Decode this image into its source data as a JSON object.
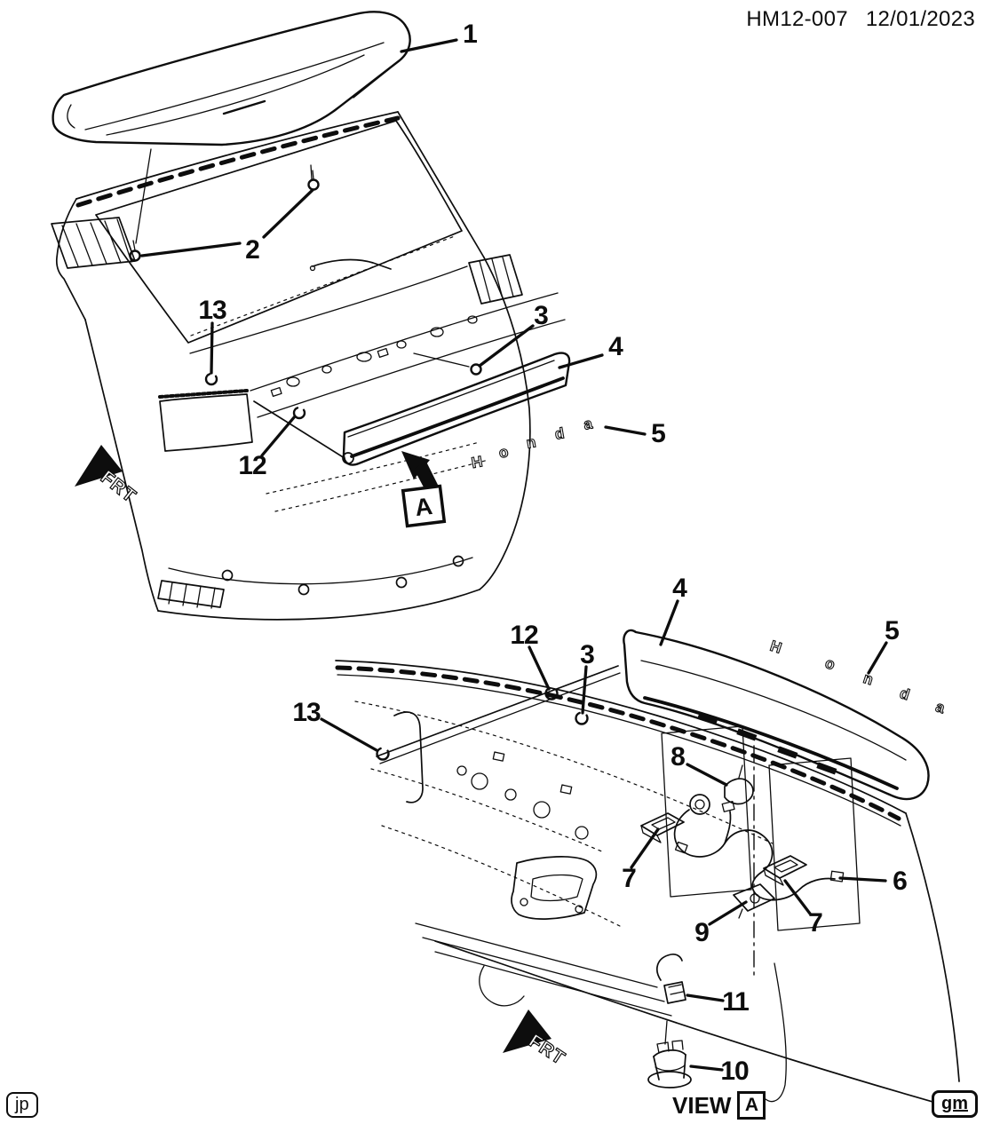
{
  "header": {
    "drawing_number": "HM12-007",
    "date": "12/01/2023"
  },
  "footer": {
    "author_stamp": "jp",
    "view_label": "VIEW",
    "view_letter": "A",
    "brand_stamp": "gm"
  },
  "markers": {
    "front_arrow_label": "FRT",
    "detail_view_letter": "A"
  },
  "emblem": {
    "letters": [
      "H",
      "o",
      "n",
      "d",
      "a"
    ]
  },
  "callouts": {
    "upper_view": [
      {
        "part": "1"
      },
      {
        "part": "2"
      },
      {
        "part": "13"
      },
      {
        "part": "3"
      },
      {
        "part": "4"
      },
      {
        "part": "12"
      },
      {
        "part": "5"
      }
    ],
    "lower_view": [
      {
        "part": "4"
      },
      {
        "part": "12"
      },
      {
        "part": "3"
      },
      {
        "part": "13"
      },
      {
        "part": "5"
      },
      {
        "part": "8"
      },
      {
        "part": "7"
      },
      {
        "part": "6"
      },
      {
        "part": "9"
      },
      {
        "part": "7"
      },
      {
        "part": "11"
      },
      {
        "part": "10"
      }
    ]
  },
  "colors": {
    "line": "#0d0d0d",
    "background": "#ffffff"
  }
}
